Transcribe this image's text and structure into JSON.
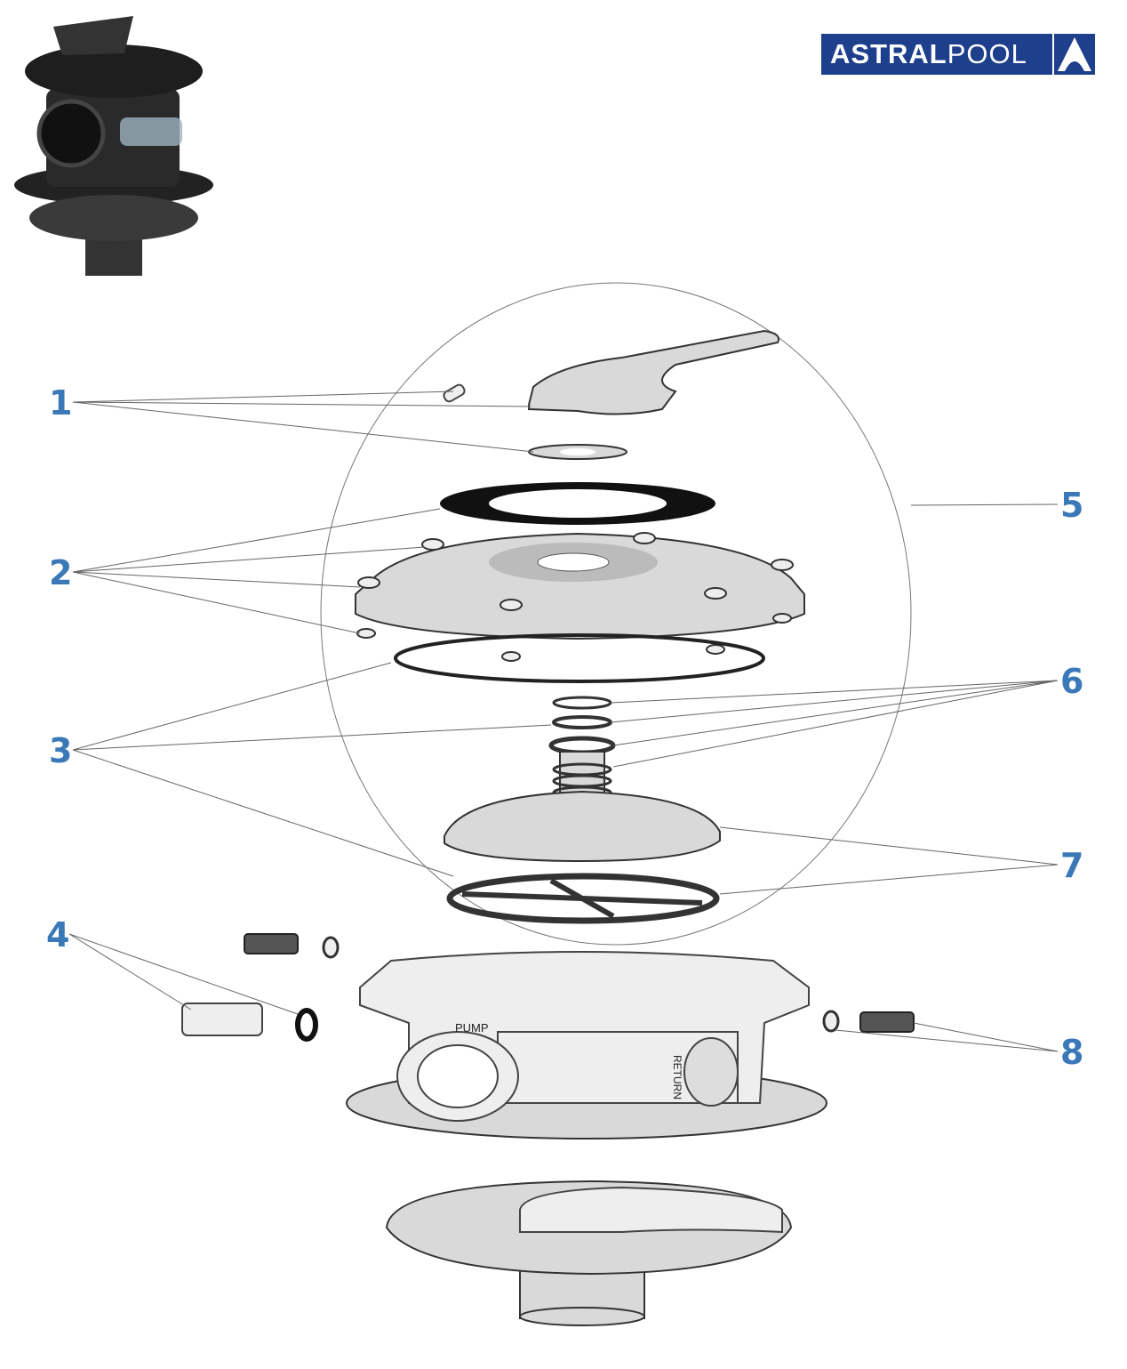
{
  "brand": {
    "name_bold": "ASTRAL",
    "name_light": "POOL",
    "color": "#1e3f8c"
  },
  "diagram": {
    "callouts": [
      "1",
      "2",
      "3",
      "4",
      "5",
      "6",
      "7",
      "8"
    ],
    "label_color": "#3b78b8",
    "body_text": {
      "pump": "PUMP",
      "return": "RETURN"
    }
  }
}
